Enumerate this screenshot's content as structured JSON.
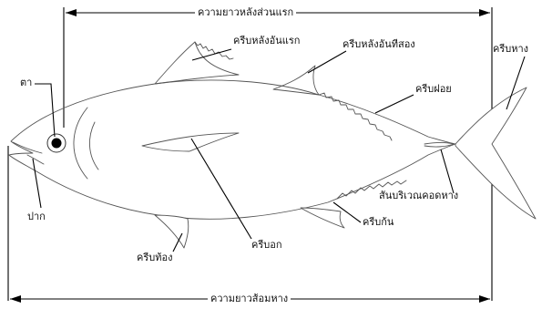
{
  "labels": {
    "fork_length": "ความยาวหลังส่วนแรก",
    "total_length": "ความยาวส้อมหาง",
    "first_dorsal": "ครีบหลังอันแรก",
    "second_dorsal": "ครีบหลังอันทีสอง",
    "finlets": "ครีบฝอย",
    "caudal": "ครีบหาง",
    "eye": "ตา",
    "mouth": "ปาก",
    "keel": "สันบริเวณคอดหาง",
    "anal": "ครีบก้น",
    "pectoral": "ครีบอก",
    "pelvic": "ครีบท้อง"
  }
}
